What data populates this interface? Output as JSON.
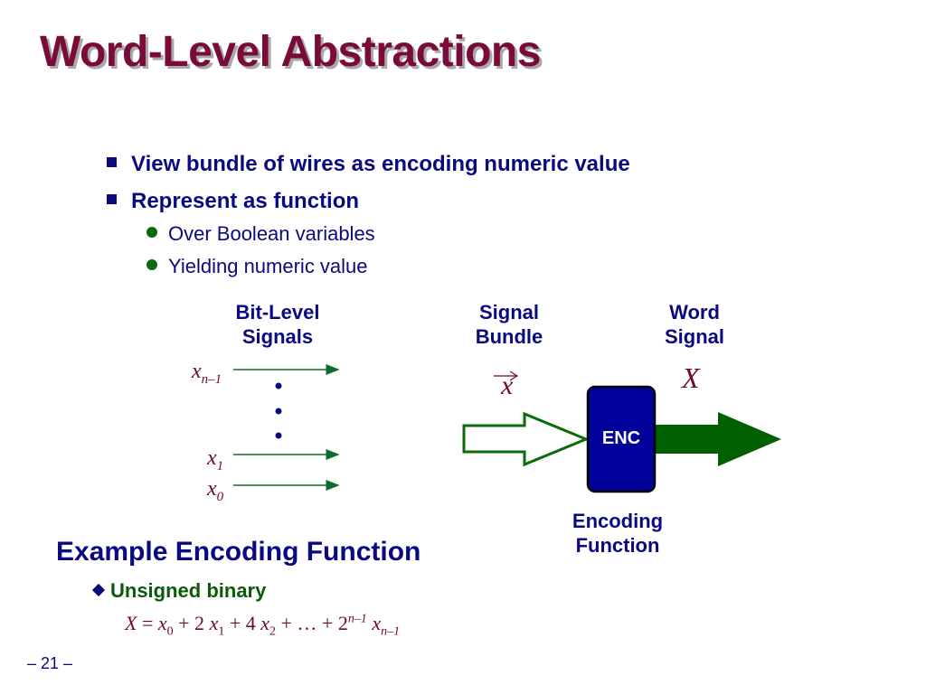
{
  "slide": {
    "title": "Word-Level Abstractions",
    "bullets": [
      {
        "text": "View bundle of wires as encoding numeric value",
        "subbullets": []
      },
      {
        "text": "Represent as function",
        "subbullets": [
          "Over Boolean variables",
          "Yielding numeric value"
        ]
      }
    ],
    "page_number": "– 21 –"
  },
  "diagram": {
    "bit_level_label": [
      "Bit-Level",
      "Signals"
    ],
    "signal_bundle_label": [
      "Signal",
      "Bundle"
    ],
    "word_signal_label": [
      "Word",
      "Signal"
    ],
    "encoder_label": "ENC",
    "encoding_function_label": [
      "Encoding",
      "Function"
    ],
    "signals": {
      "top": {
        "var": "x",
        "sub": "n–1"
      },
      "mid": {
        "var": "x",
        "sub": "1"
      },
      "low": {
        "var": "x",
        "sub": "0"
      }
    },
    "bundle_var": "x",
    "word_var": "X",
    "colors": {
      "title": "#7a0a3a",
      "text": "#0a0a80",
      "math": "#6b0a2e",
      "encoder_fill": "#00009a",
      "output_arrow": "#006000",
      "subbullet_dot": "#0a6b0a"
    }
  },
  "example": {
    "heading": "Example Encoding Function",
    "sub": "Unsigned binary",
    "formula": {
      "X": "X",
      "eq": " = ",
      "x": "x",
      "s0": "0",
      "p1": " + 2 ",
      "s1": "1",
      "p2": " + 4 ",
      "s2": "2",
      "p3": " + … + 2",
      "exp": "n–1",
      "gap": " ",
      "slast": "n–1"
    }
  }
}
